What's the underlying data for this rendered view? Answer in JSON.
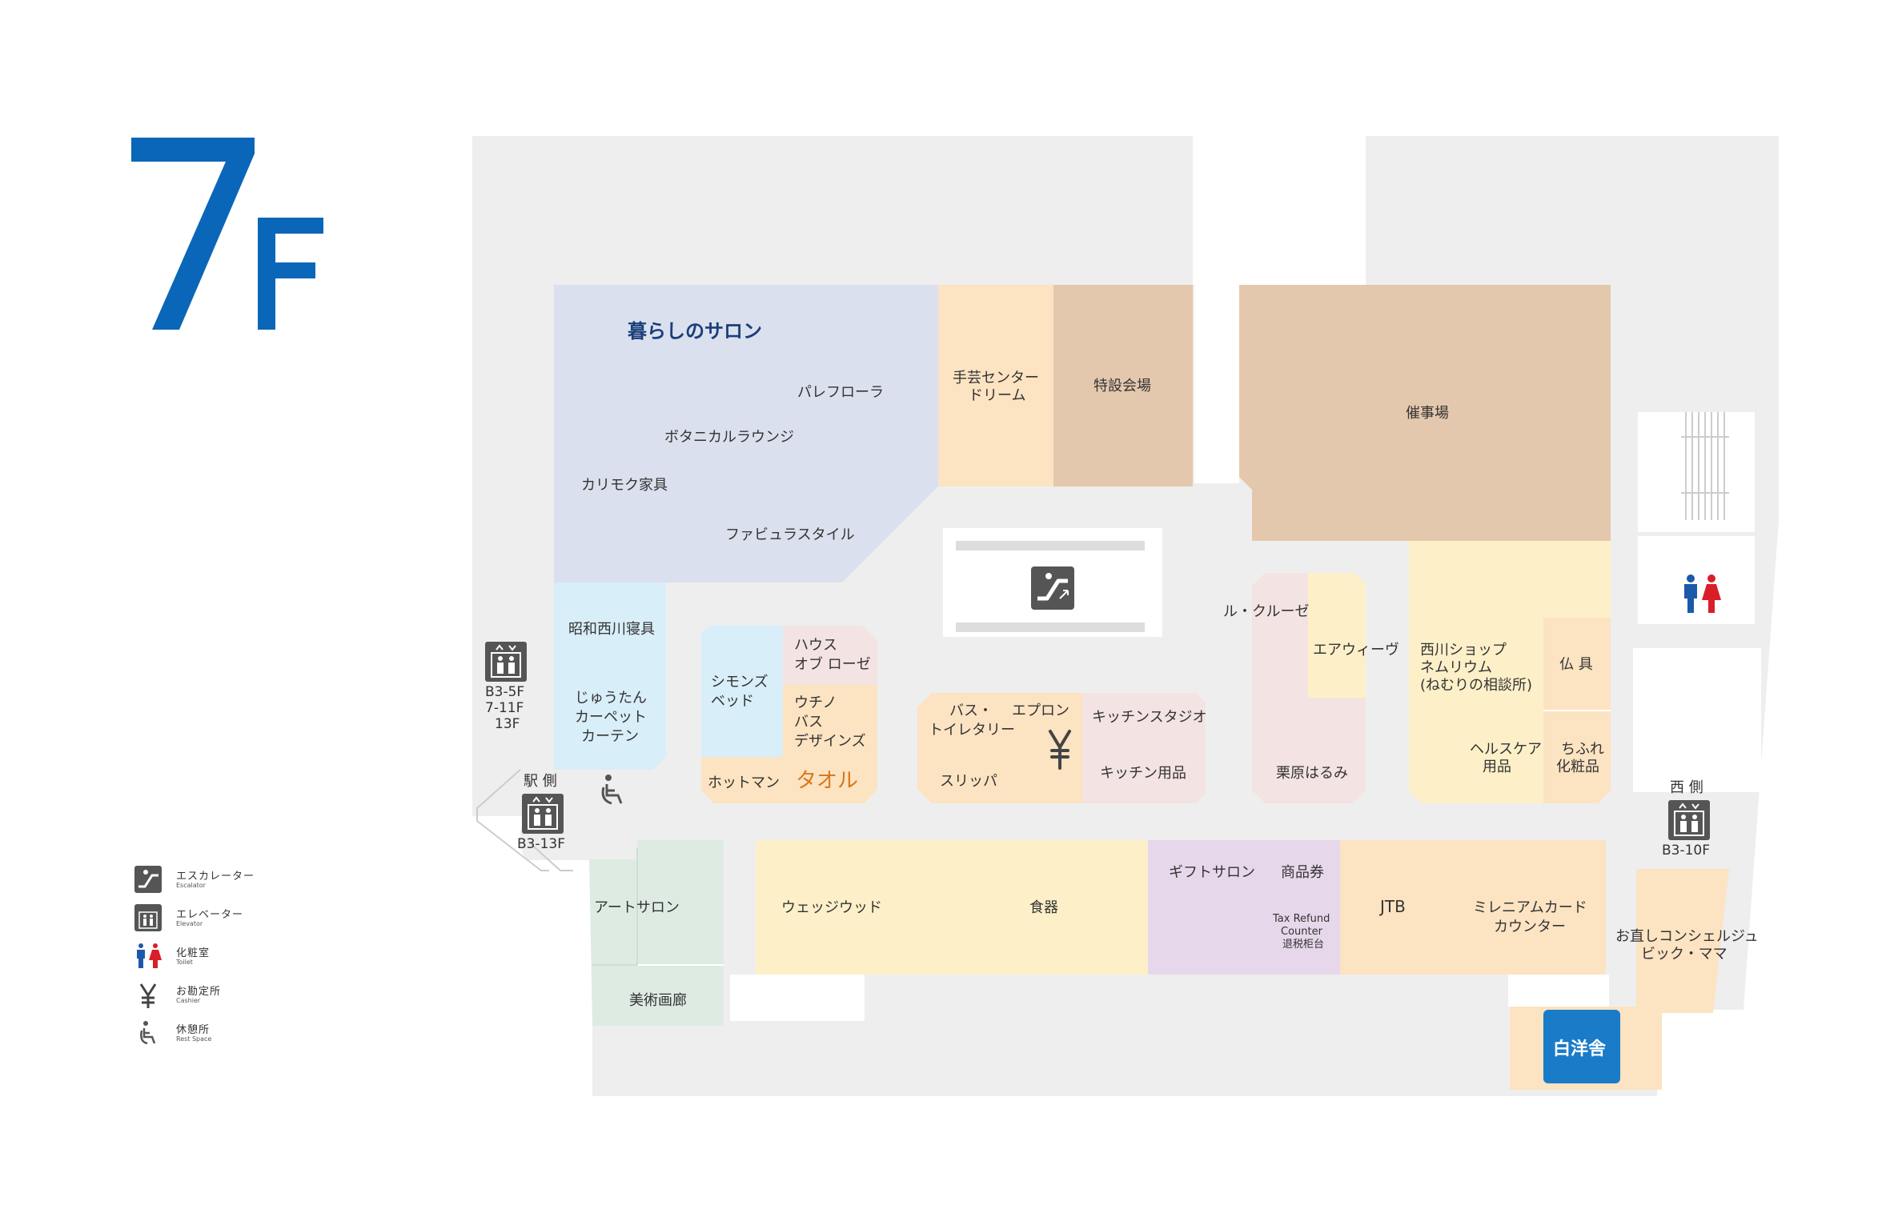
{
  "floor": {
    "number": "7",
    "suffix": "F",
    "color": "#0a66b8"
  },
  "colors": {
    "corridor": "#eeeeee",
    "lavender": "#dbe0ee",
    "peach": "#fce3c2",
    "tan": "#e4c8ad",
    "lightblue": "#d8eef8",
    "pink": "#f4e3e3",
    "cream": "#fdf0c9",
    "mint": "#deebe3",
    "purple": "#e6d8ea",
    "brandBlue": "#1a7cc8"
  },
  "stores": {
    "kurashi_salon": "暮らしのサロン",
    "palefloora": "パレフローラ",
    "botanical": "ボタニカルラウンジ",
    "karimoku": "カリモク家具",
    "fabula": "ファビュラスタイル",
    "shugei_1": "手芸センター",
    "shugei_2": "ドリーム",
    "tokusetsu": "特設会場",
    "saiji": "催事場",
    "showa": "昭和西川寝具",
    "juutan_1": "じゅうたん",
    "juutan_2": "カーペット",
    "juutan_3": "カーテン",
    "simmons_1": "シモンズ",
    "simmons_2": "ベッド",
    "house_1": "ハウス",
    "house_2": "オブ ローゼ",
    "uchino_1": "ウチノ",
    "uchino_2": "バス",
    "uchino_3": "デザインズ",
    "hotman": "ホットマン",
    "towel": "タオル",
    "bath_1": "バス・",
    "bath_2": "トイレタリー",
    "apron": "エプロン",
    "slipper": "スリッパ",
    "kitchen_studio": "キッチンスタジオ",
    "kitchen_goods": "キッチン用品",
    "le_creuset": "ル・クルーゼ",
    "airweave": "エアウィーヴ",
    "kurihara": "栗原はるみ",
    "nishikawa_1": "西川ショップ",
    "nishikawa_2": "ネムリウム",
    "nishikawa_3": "(ねむりの相談所)",
    "butsugu": "仏 具",
    "healthcare_1": "ヘルスケア",
    "healthcare_2": "用品",
    "chifure_1": "ちふれ",
    "chifure_2": "化粧品",
    "art_salon": "アートサロン",
    "bijutsu": "美術画廊",
    "wedgwood": "ウェッジウッド",
    "shokki": "食器",
    "gift_salon": "ギフトサロン",
    "shohinken": "商品券",
    "taxfree_1": "Tax Refund",
    "taxfree_2": "Counter",
    "taxfree_3": "退税柜台",
    "jtb": "JTB",
    "millennium_1": "ミレニアムカード",
    "millennium_2": "カウンター",
    "concierge_1": "お直しコンシェルジュ",
    "concierge_2": "ビック・ママ",
    "hakuyosha": "白洋舎"
  },
  "elevators": {
    "left_floors_1": "B3-5F",
    "left_floors_2": "7-11F",
    "left_floors_3": "13F",
    "station_side": "駅 側",
    "station_floors": "B3-13F",
    "west_side": "西 側",
    "west_floors": "B3-10F"
  },
  "legend": [
    {
      "icon": "escalator-icon",
      "jp": "エスカレーター",
      "en": "Escalator"
    },
    {
      "icon": "elevator-icon",
      "jp": "エレベーター",
      "en": "Elevator"
    },
    {
      "icon": "toilet-icon",
      "jp": "化粧室",
      "en": "Toilet"
    },
    {
      "icon": "cashier-icon",
      "jp": "お勘定所",
      "en": "Cashier"
    },
    {
      "icon": "rest-space-icon",
      "jp": "休憩所",
      "en": "Rest Space"
    }
  ]
}
